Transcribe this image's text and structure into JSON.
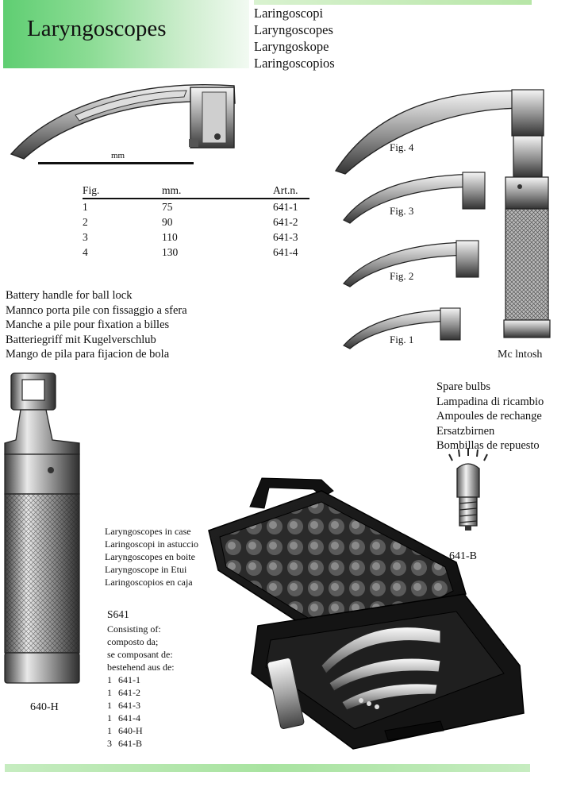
{
  "header": {
    "title": "Laryngoscopes",
    "languages": [
      "Laringoscopi",
      "Laryngoscopes",
      "Laryngoskope",
      "Laringoscopios"
    ]
  },
  "blade_diagram": {
    "scale_label": "mm"
  },
  "spec_table": {
    "headers": [
      "Fig.",
      "mm.",
      "Art.n."
    ],
    "rows": [
      [
        "1",
        "75",
        "641-1"
      ],
      [
        "2",
        "90",
        "641-2"
      ],
      [
        "3",
        "110",
        "641-3"
      ],
      [
        "4",
        "130",
        "641-4"
      ]
    ]
  },
  "figures": {
    "fig4": "Fig.  4",
    "fig3": "Fig.  3",
    "fig2": "Fig.  2",
    "fig1": "Fig.  1",
    "set_caption": "Mc lntosh"
  },
  "battery_handle": {
    "descriptions": [
      "Battery handle for ball lock",
      "Mannco porta pile con fissaggio a sfera",
      "Manche a pile pour fixation a billes",
      "Batteriegriff mit Kugelverschlub",
      "Mango de pila para fijacion de bola"
    ],
    "code": "640-H"
  },
  "spare_bulbs": {
    "descriptions": [
      "Spare bulbs",
      "Lampadina di ricambio",
      "Ampoules de rechange",
      "Ersatzbirnen",
      "Bombillas de repuesto"
    ],
    "code": "641-B"
  },
  "case_set": {
    "descriptions": [
      "Laryngoscopes in case",
      "Laringoscopi in astuccio",
      "Laryngoscopes en boite",
      "Laryngoscope in Etui",
      "Laringoscopios en caja"
    ],
    "code": "S641",
    "consisting_labels": [
      "Consisting of:",
      "composto da;",
      "se composant de:",
      "bestehend aus de:"
    ],
    "items": [
      {
        "qty": "1",
        "code": "641-1"
      },
      {
        "qty": "1",
        "code": "641-2"
      },
      {
        "qty": "1",
        "code": "641-3"
      },
      {
        "qty": "1",
        "code": "641-4"
      },
      {
        "qty": "1",
        "code": "640-H"
      },
      {
        "qty": "3",
        "code": "641-B"
      }
    ]
  },
  "colors": {
    "accent_green": "#5fce72",
    "bar_green": "#b7e6a7"
  }
}
